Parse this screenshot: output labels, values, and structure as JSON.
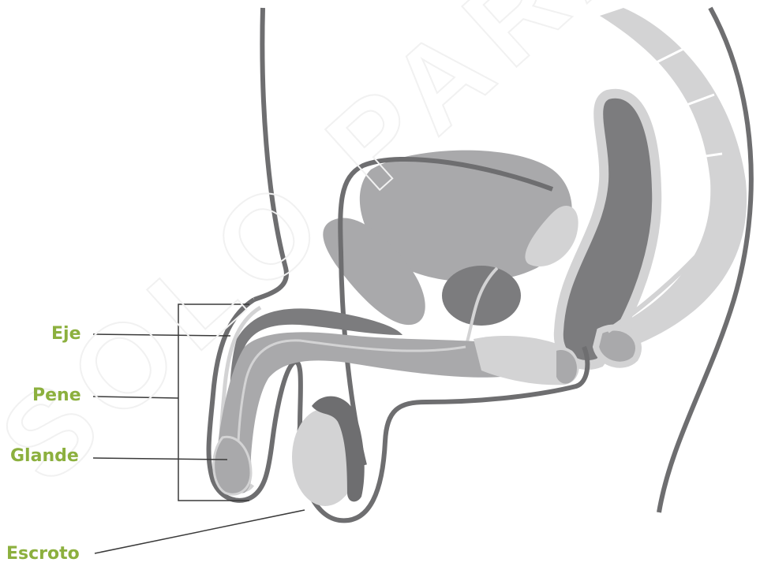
{
  "labels": {
    "eje": "Eje",
    "pene": "Pene",
    "glande": "Glande",
    "escroto": "Escroto"
  },
  "watermark": {
    "text": "SOLO PARA"
  },
  "colors": {
    "label_green": "#8cb03e",
    "outline_dark": "#6e6e70",
    "tissue_light": "#d3d3d4",
    "tissue_mid": "#a9a9ab",
    "tissue_dark": "#7c7c7e",
    "leader_line": "#3a3a3a"
  }
}
